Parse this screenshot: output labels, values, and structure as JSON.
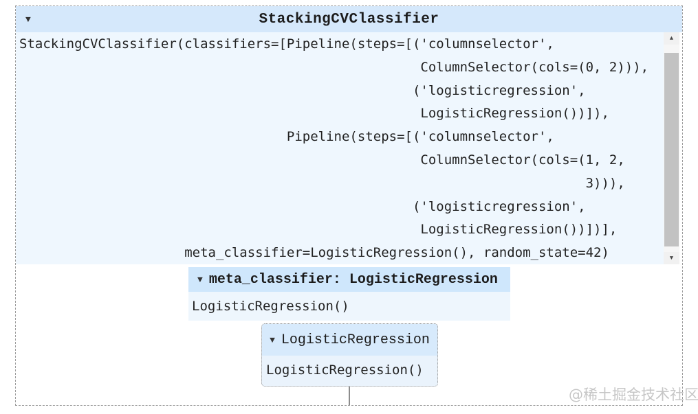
{
  "root": {
    "toggle_icon": "▼",
    "title": "StackingCVClassifier",
    "params_repr": "StackingCVClassifier(classifiers=[Pipeline(steps=[('columnselector',\n                                                   ColumnSelector(cols=(0, 2))),\n                                                  ('logisticregression',\n                                                   LogisticRegression())]),\n                                  Pipeline(steps=[('columnselector',\n                                                   ColumnSelector(cols=(1, 2,\n                                                                        3))),\n                                                  ('logisticregression',\n                                                   LogisticRegression())])],\n                     meta_classifier=LogisticRegression(), random_state=42)"
  },
  "scrollbar": {
    "up_icon": "▲",
    "down_icon": "▼"
  },
  "meta": {
    "toggle_icon": "▼",
    "label": "meta_classifier: LogisticRegression",
    "repr": "LogisticRegression()"
  },
  "nested": {
    "toggle_icon": "▼",
    "label": "LogisticRegression",
    "repr": "LogisticRegression()"
  },
  "watermark": "@稀土掘金技术社区",
  "colors": {
    "header_bg": "#d5e8fb",
    "label_bg": "#cfe7fc",
    "nested_label_bg": "#d7eafc",
    "code_bg": "#eff7fe",
    "border_dashed": "#999999",
    "scroll_thumb": "#c2c2c2",
    "watermark_text": "#c6c6c6"
  }
}
